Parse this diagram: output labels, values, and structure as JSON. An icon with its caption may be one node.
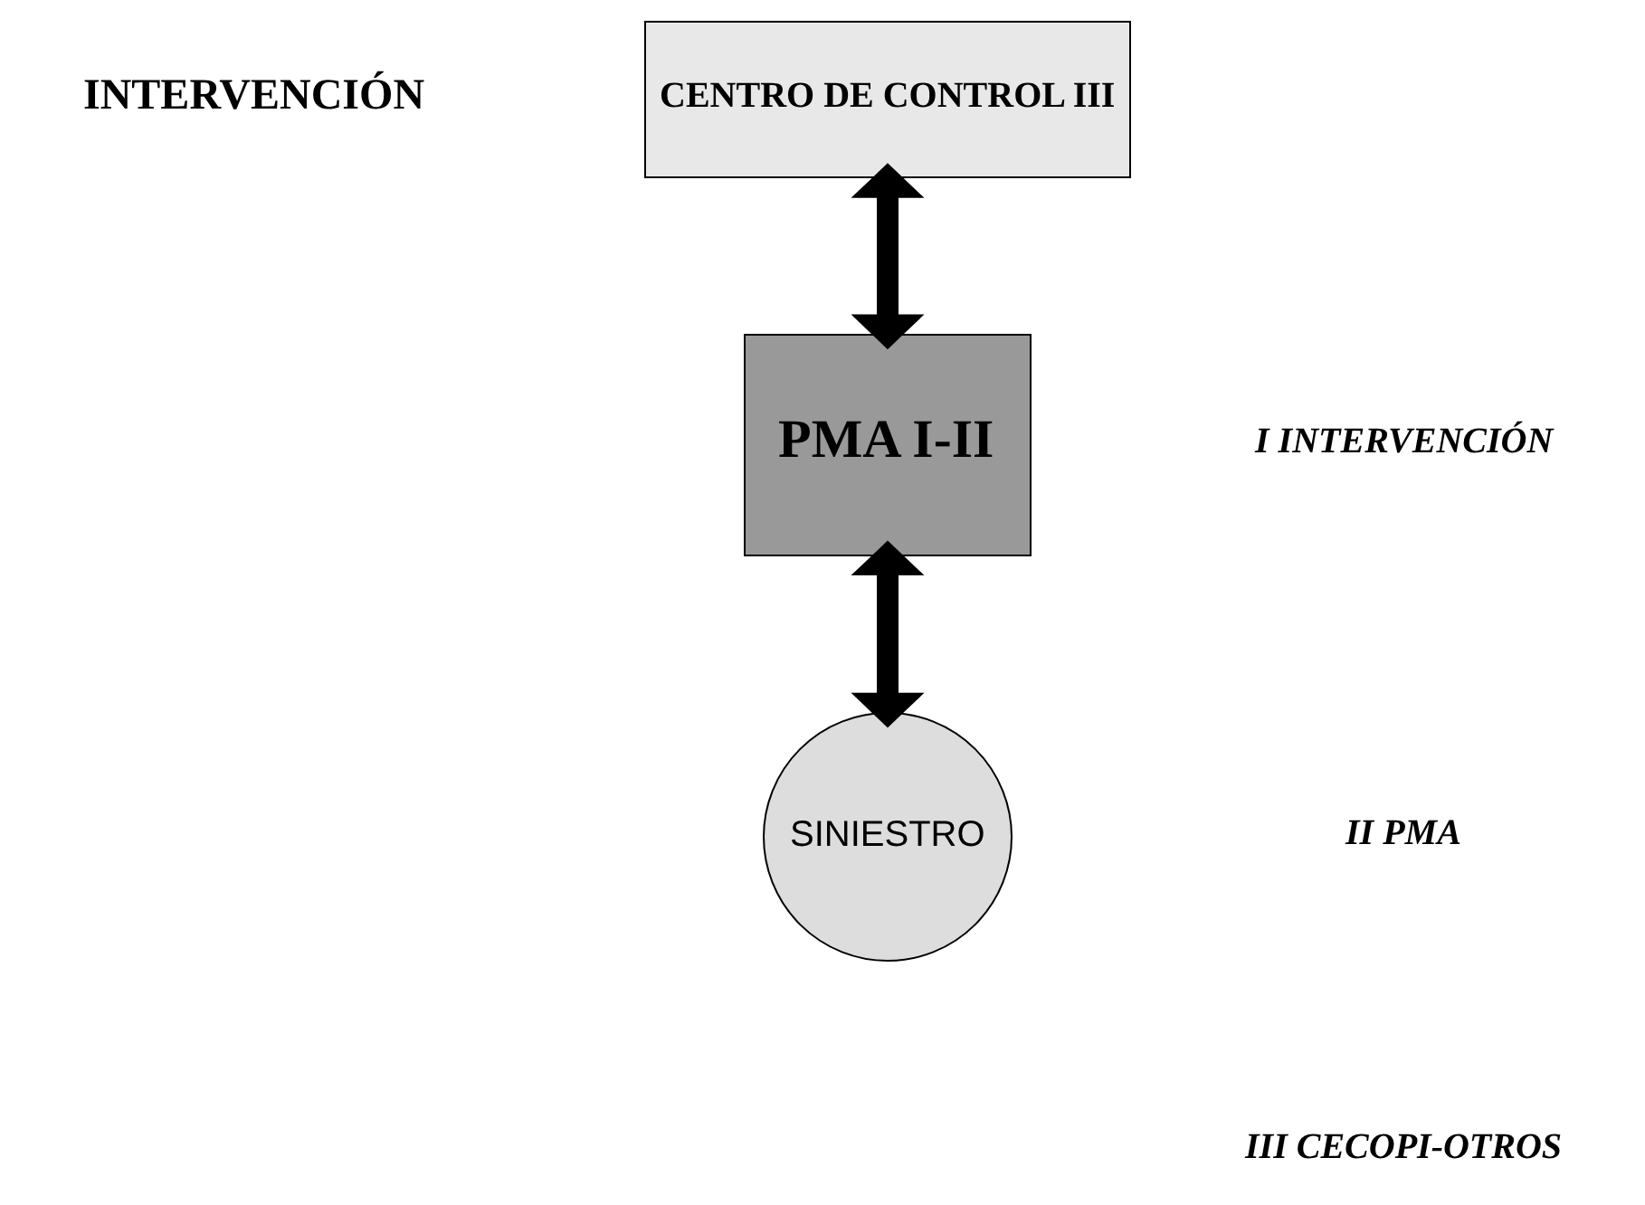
{
  "diagram": {
    "nodes": [
      {
        "text": [
          "CENTRO DE CONTROL III"
        ]
      },
      {
        "text": [
          "PMA I-II"
        ]
      },
      {
        "text": [
          "SINIESTRO"
        ]
      }
    ],
    "edges": [
      {
        "from": 0,
        "to": 1,
        "arrow": "both"
      },
      {
        "from": 1,
        "to": 2,
        "arrow": "both"
      }
    ],
    "labels": [
      "INTERVENCIÓN",
      "I INTERVENCIÓN",
      "II PMA",
      "III CECOPI-OTROS"
    ]
  }
}
